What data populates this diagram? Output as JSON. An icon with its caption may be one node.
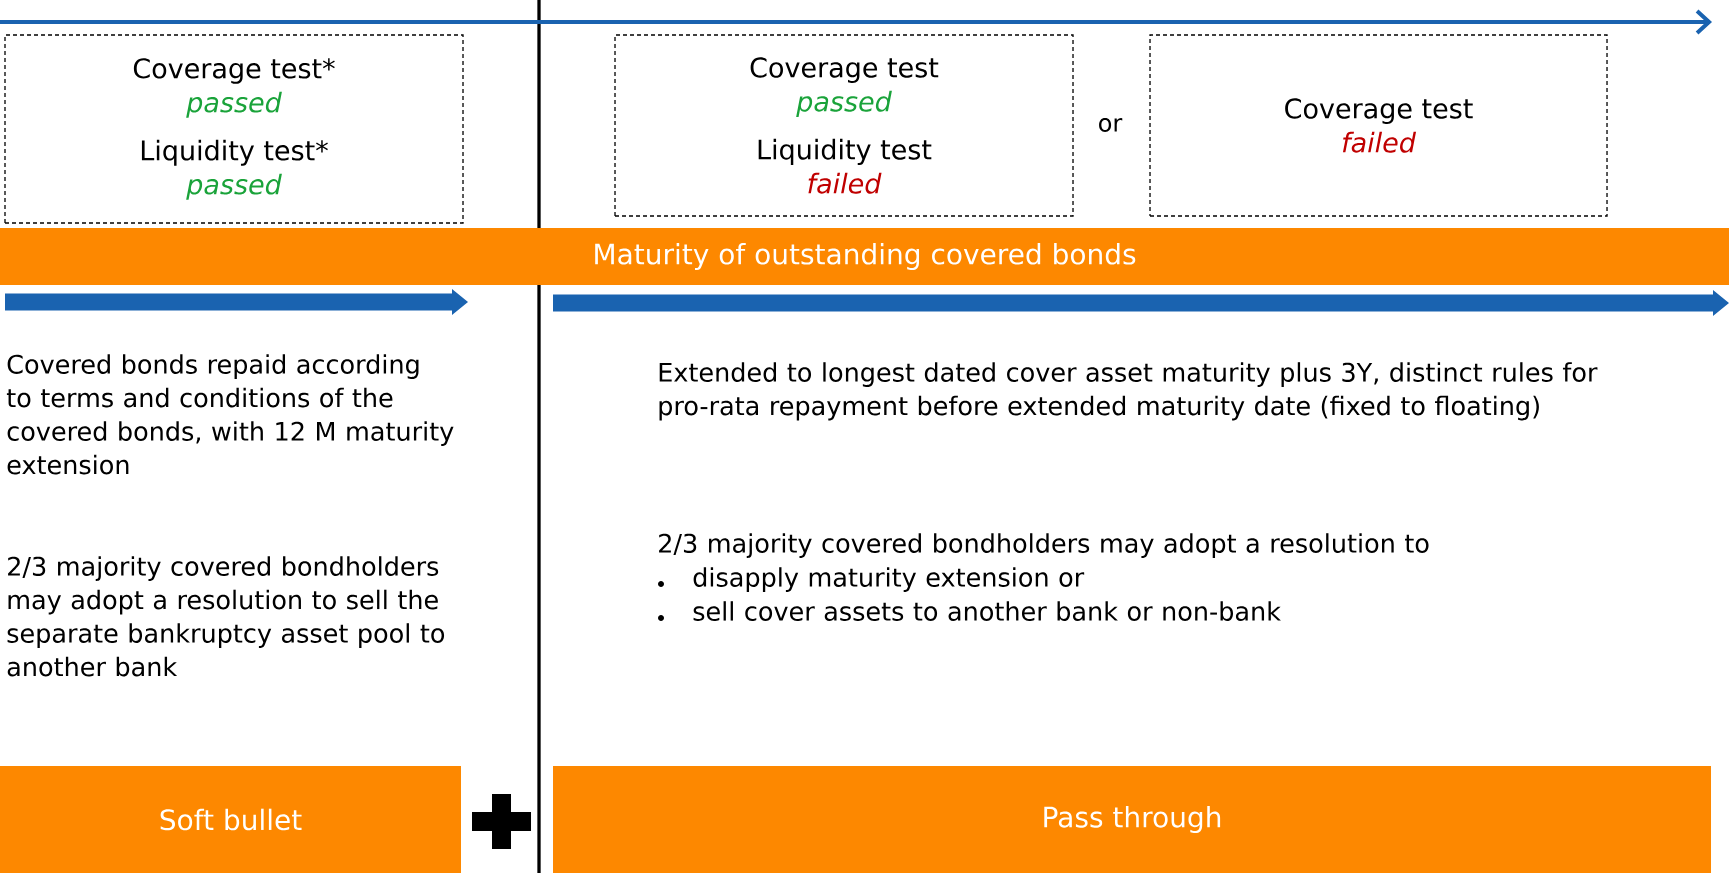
{
  "diagram": {
    "nodes": [
      {
        "text": [
          "Coverage test*",
          "passed",
          "Liquidity test*",
          "passed"
        ]
      },
      {
        "text": [
          "Coverage test",
          "passed",
          "Liquidity test",
          "failed"
        ]
      },
      {
        "text": [
          "Coverage test",
          "failed"
        ]
      },
      {
        "text": [
          "Maturity of outstanding covered bonds"
        ]
      },
      {
        "text": [
          "Soft bullet"
        ]
      },
      {
        "text": [
          "Pass through"
        ]
      }
    ],
    "labels": [
      "or",
      "Covered bonds repaid according to terms and conditions of the covered bonds, with 12 M maturity extension",
      "2/3 majority covered bondholders may adopt a resolution to sell the separate bankruptcy asset pool to another bank",
      "Extended to longest dated cover asset maturity plus 3Y, distinct rules for pro-rata repayment before extended maturity date (fixed to floating)",
      "2/3 majority covered bondholders may adopt a resolution to",
      "disapply maturity extension or",
      "sell cover assets to another bank or non-bank"
    ]
  }
}
